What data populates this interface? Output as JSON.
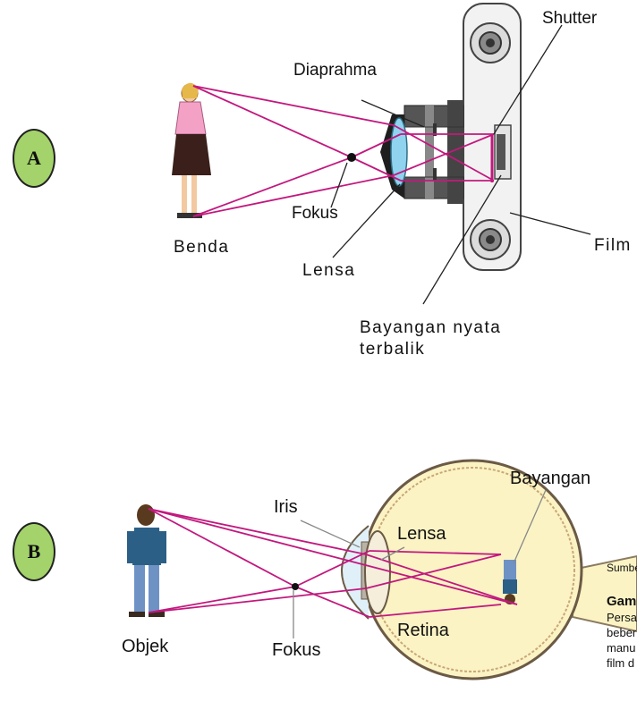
{
  "badges": {
    "a": "A",
    "b": "B"
  },
  "camera": {
    "shutter": "Shutter",
    "diaphragm": "Diaprahma",
    "focus": "Fokus",
    "object": "Benda",
    "lens": "Lensa",
    "film": "Film",
    "image_line1": "Bayangan nyata",
    "image_line2": "terbalik"
  },
  "eye": {
    "image": "Bayangan",
    "iris": "Iris",
    "lens": "Lensa",
    "object": "Objek",
    "focus": "Fokus",
    "retina": "Retina"
  },
  "caption": {
    "source": "Sumbe",
    "title": "Gam",
    "line1": "Persa",
    "line2": "beber",
    "line3": "manu",
    "line4": "film d"
  },
  "colors": {
    "ray": "#c2187e",
    "badge": "#a3d36a",
    "eyeball": "#fbf3c4",
    "camera_body": "#f2f2f2"
  }
}
